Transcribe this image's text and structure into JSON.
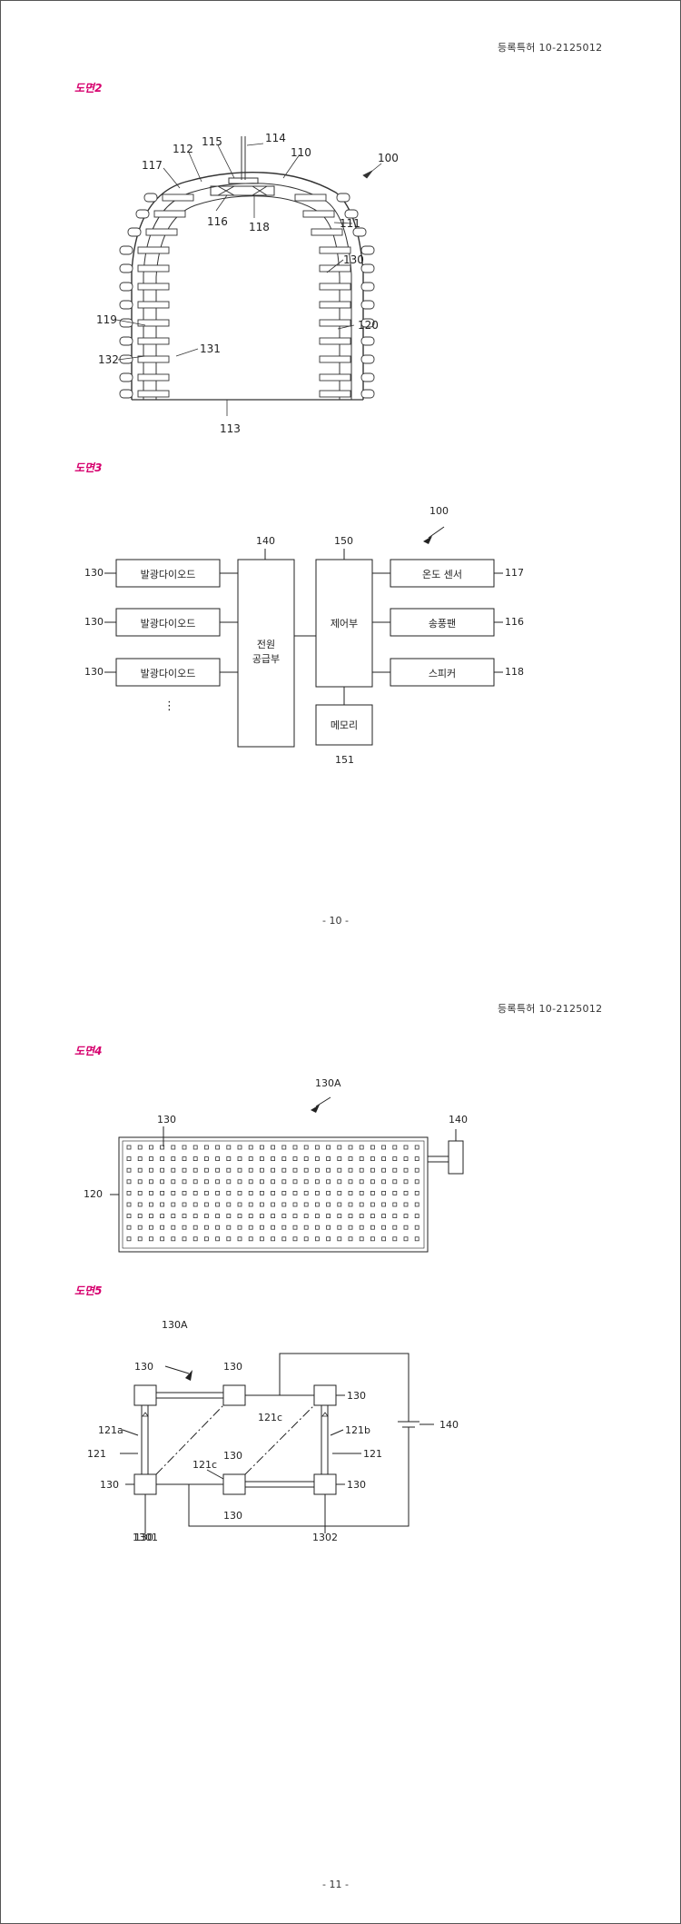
{
  "page1": {
    "header": "등록특허 10-2125012",
    "page_number": "- 10 -"
  },
  "page2": {
    "header": "등록특허 10-2125012",
    "page_number": "- 11 -"
  },
  "figure2": {
    "caption": "도면2",
    "labels": [
      "114",
      "115",
      "112",
      "110",
      "117",
      "100",
      "116",
      "118",
      "111",
      "130",
      "119",
      "120",
      "132",
      "131",
      "113"
    ]
  },
  "figure3": {
    "caption": "도면3",
    "ref_100": "100",
    "ref_140": "140",
    "ref_150": "150",
    "ref_151": "151",
    "leds": [
      {
        "ref": "130",
        "label": "발광다이오드"
      },
      {
        "ref": "130",
        "label": "발광다이오드"
      },
      {
        "ref": "130",
        "label": "발광다이오드"
      }
    ],
    "ellipsis": "⋮",
    "power_supply": [
      "전원",
      "공급부"
    ],
    "controller": "제어부",
    "memory": "메모리",
    "outputs": [
      {
        "label": "온도 센서",
        "ref": "117"
      },
      {
        "label": "송풍팬",
        "ref": "116"
      },
      {
        "label": "스피커",
        "ref": "118"
      }
    ]
  },
  "figure4": {
    "caption": "도면4",
    "ref_130A": "130A",
    "ref_130": "130",
    "ref_140": "140",
    "ref_120": "120"
  },
  "figure5": {
    "caption": "도면5",
    "labels": [
      "130A",
      "130",
      "130",
      "130",
      "121c",
      "121a",
      "121b",
      "140",
      "121",
      "121",
      "121c",
      "130",
      "130",
      "130",
      "130",
      "130",
      "1301",
      "1302"
    ]
  }
}
